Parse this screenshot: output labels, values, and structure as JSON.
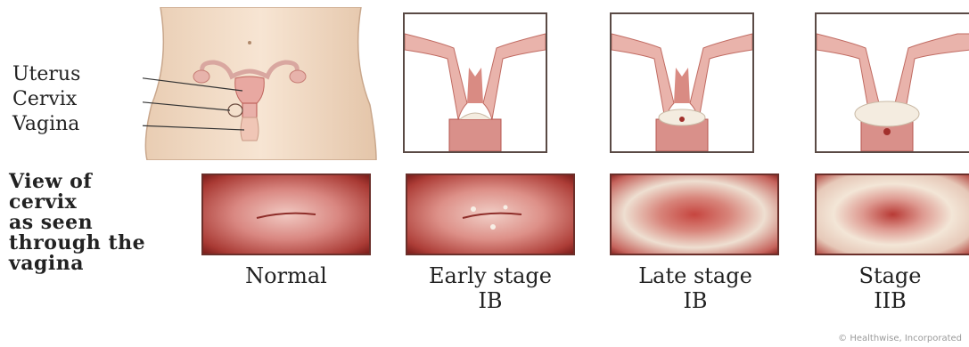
{
  "anatomy": {
    "labels": [
      "Uterus",
      "Cervix",
      "Vagina"
    ]
  },
  "view_description": "View of\ncervix\nas seen\nthrough the\nvagina",
  "stages": [
    {
      "caption": "Normal"
    },
    {
      "caption": "Early stage\nIB"
    },
    {
      "caption": "Late stage\nIB"
    },
    {
      "caption": "Stage\nIIB"
    }
  ],
  "copyright": "© Healthwise, Incorporated",
  "colors": {
    "skin": "#f3dcc6",
    "tissue": "#e8a9a3",
    "tissue_dark": "#c8615a",
    "mucosa": "#b8433f",
    "tumor": "#f1e6d8"
  }
}
